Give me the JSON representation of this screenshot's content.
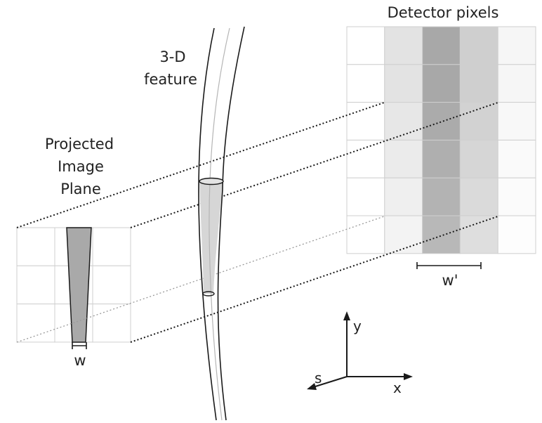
{
  "labels": {
    "detector": "Detector pixels",
    "feature_line1": "3-D",
    "feature_line2": "feature",
    "plane_line1": "Projected",
    "plane_line2": "Image",
    "plane_line3": "Plane",
    "w": "w",
    "w_prime": "w'",
    "axis_x": "x",
    "axis_y": "y",
    "axis_s": "s"
  },
  "colors": {
    "line": "#1a1a1a",
    "grid": "#cfcfcf",
    "feature_fill": "#a9a9a9",
    "tube_fill": "#d6d6d6"
  },
  "detector_grid": {
    "rows": 6,
    "columns": 5,
    "row_shades": [
      [
        "#ffffff",
        "#e3e3e3",
        "#a8a8a8",
        "#cfcfcf",
        "#f6f6f6"
      ],
      [
        "#ffffff",
        "#e3e3e3",
        "#a8a8a8",
        "#cfcfcf",
        "#f6f6f6"
      ],
      [
        "#ffffff",
        "#e7e7e7",
        "#ababab",
        "#d2d2d2",
        "#f8f8f8"
      ],
      [
        "#ffffff",
        "#ebebeb",
        "#afafaf",
        "#d6d6d6",
        "#fafafa"
      ],
      [
        "#ffffff",
        "#efefef",
        "#b3b3b3",
        "#dadada",
        "#fbfbfb"
      ],
      [
        "#ffffff",
        "#f3f3f3",
        "#b8b8b8",
        "#dedede",
        "#fdfdfd"
      ]
    ]
  },
  "image_plane_grid": {
    "rows": 3,
    "columns": 3
  }
}
